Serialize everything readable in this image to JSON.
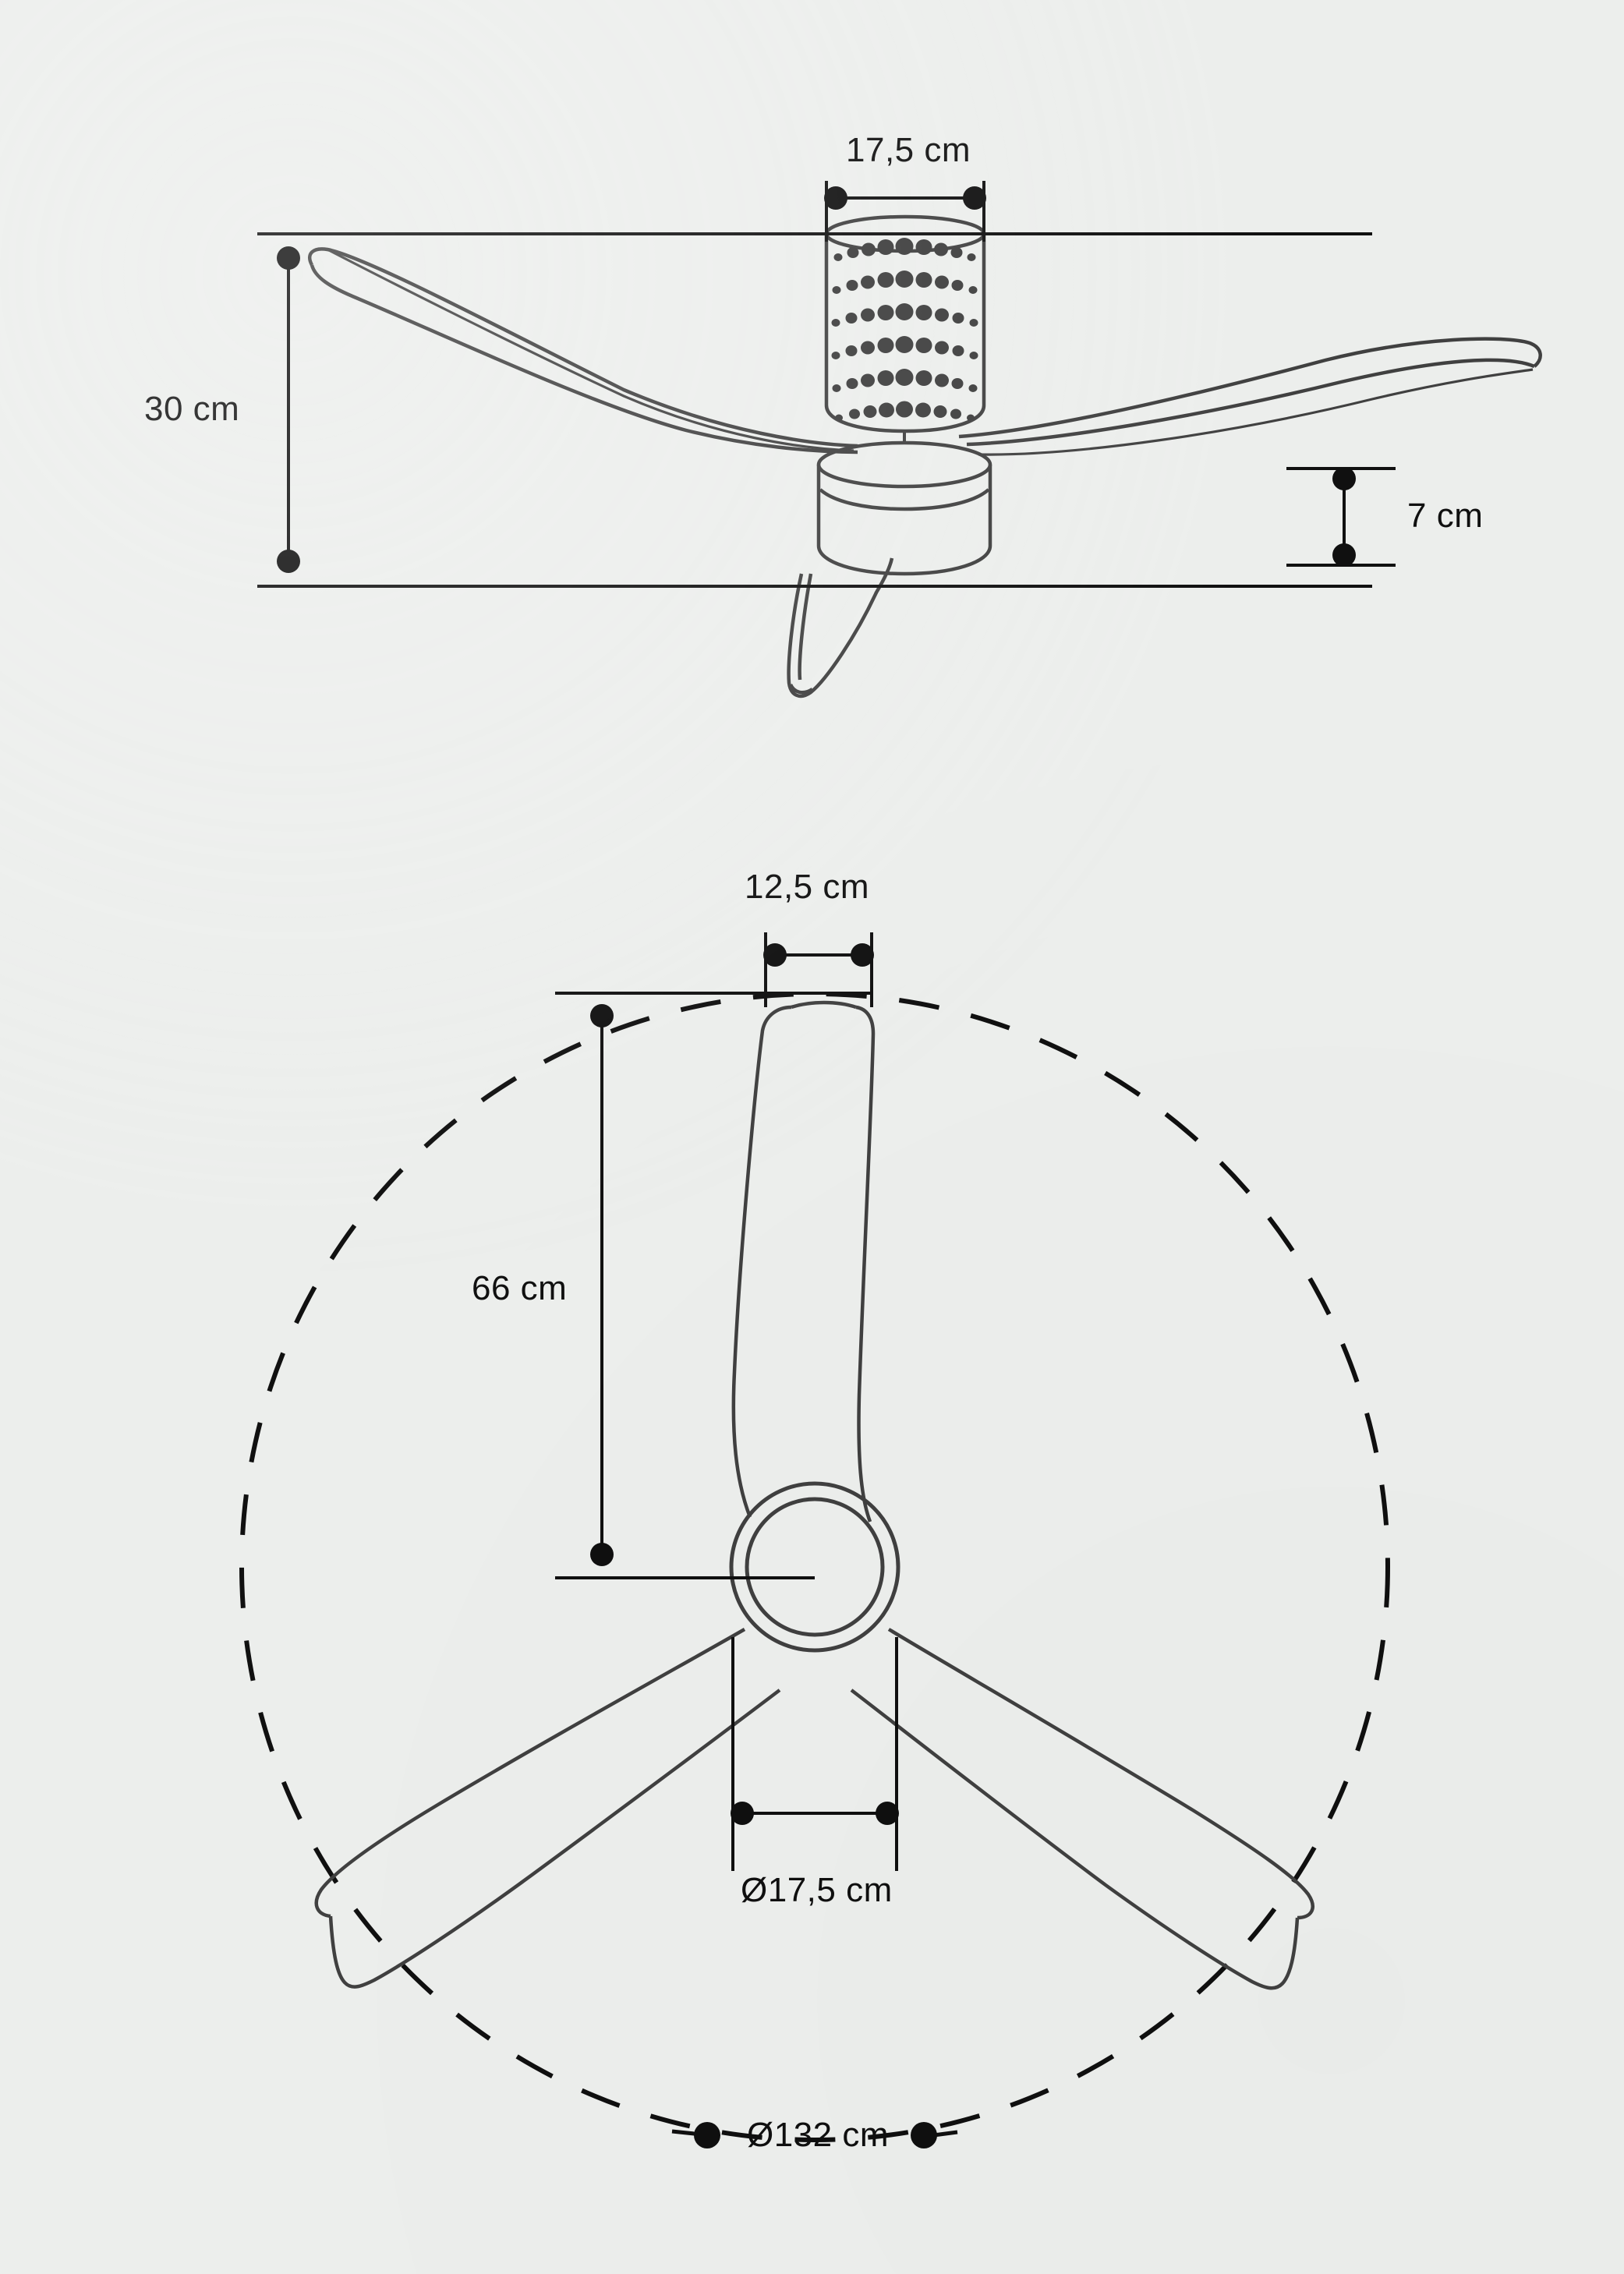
{
  "document": {
    "type": "technical-dimension-drawing",
    "subject": "ceiling fan",
    "background_color": "#eceeec",
    "outline_color": "#404040",
    "dimension_color": "#101010",
    "views": [
      {
        "id": "side-elevation",
        "name": "Side elevation view"
      },
      {
        "id": "bottom-plan",
        "name": "Bottom plan view"
      }
    ]
  },
  "side_view": {
    "dimensions": {
      "height": {
        "label": "30 cm",
        "value": 30,
        "unit": "cm",
        "orientation": "vertical"
      },
      "motor_width": {
        "label": "17,5 cm",
        "value": 17.5,
        "unit": "cm",
        "orientation": "horizontal"
      },
      "drop": {
        "label": "7 cm",
        "value": 7,
        "unit": "cm",
        "orientation": "vertical"
      }
    },
    "parts": {
      "perforated_housing": "perforated-motor-housing",
      "hub": "motor-hub",
      "blades": "fan-blades",
      "blade_count": 3
    }
  },
  "bottom_view": {
    "dimensions": {
      "hub_top_width": {
        "label": "12,5 cm",
        "value": 12.5,
        "unit": "cm",
        "orientation": "horizontal"
      },
      "blade_radius": {
        "label": "66 cm",
        "value": 66,
        "unit": "cm",
        "orientation": "vertical"
      },
      "hub_diameter": {
        "label": "Ø17,5 cm",
        "value": 17.5,
        "unit": "cm",
        "orientation": "horizontal"
      },
      "sweep_diameter": {
        "label": "Ø132 cm",
        "value": 132,
        "unit": "cm",
        "orientation": "horizontal"
      }
    },
    "parts": {
      "sweep_circle": "dashed-sweep-circle",
      "hub_outer": "hub-outer-ring",
      "hub_inner": "hub-inner-ring",
      "blades": "fan-blades",
      "blade_count": 3
    }
  },
  "labels": {
    "height_30": "30 cm",
    "motor_width_175": "17,5 cm",
    "drop_7": "7 cm",
    "hub_top_125": "12,5 cm",
    "blade_radius_66": "66 cm",
    "hub_dia_175": "Ø17,5 cm",
    "sweep_dia_132": "Ø132 cm"
  }
}
